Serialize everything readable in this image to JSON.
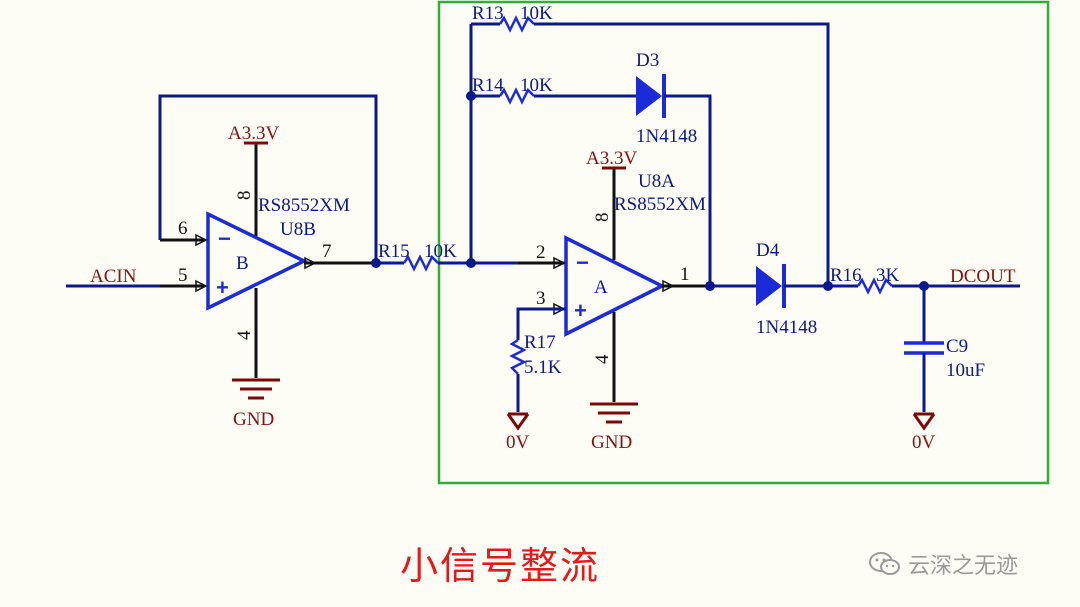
{
  "colors": {
    "wire": "#0a1a8c",
    "component": "#1c2bd8",
    "power": "#8a1010",
    "highlight_box": "#2fae3a",
    "caption": "#e21a1a"
  },
  "nets": {
    "acin": "ACIN",
    "dcout": "DCOUT",
    "gnd_left": "GND",
    "gnd_mid": "GND",
    "zero_v_left": "0V",
    "zero_v_right": "0V",
    "supply_left": "A3.3V",
    "supply_mid": "A3.3V"
  },
  "opamp_b": {
    "part": "RS8552XM",
    "ref": "U8B",
    "unit": "B",
    "pin_inv": "6",
    "pin_noninv": "5",
    "pin_out": "7",
    "pin_vcc": "8",
    "pin_gnd": "4"
  },
  "opamp_a": {
    "part": "RS8552XM",
    "ref": "U8A",
    "unit": "A",
    "pin_inv": "2",
    "pin_noninv": "3",
    "pin_out": "1",
    "pin_vcc": "8",
    "pin_gnd": "4"
  },
  "resistors": {
    "r13": {
      "ref": "R13",
      "value": "10K"
    },
    "r14": {
      "ref": "R14",
      "value": "10K"
    },
    "r15": {
      "ref": "R15",
      "value": "10K"
    },
    "r16": {
      "ref": "R16",
      "value": "3K"
    },
    "r17": {
      "ref": "R17",
      "value": "5.1K"
    }
  },
  "diodes": {
    "d3": {
      "ref": "D3",
      "part": "1N4148"
    },
    "d4": {
      "ref": "D4",
      "part": "1N4148"
    }
  },
  "capacitor": {
    "ref": "C9",
    "value": "10uF"
  },
  "caption": "小信号整流",
  "watermark": "云深之无迹",
  "icons": {
    "watermark_icon": "wechat-icon"
  }
}
